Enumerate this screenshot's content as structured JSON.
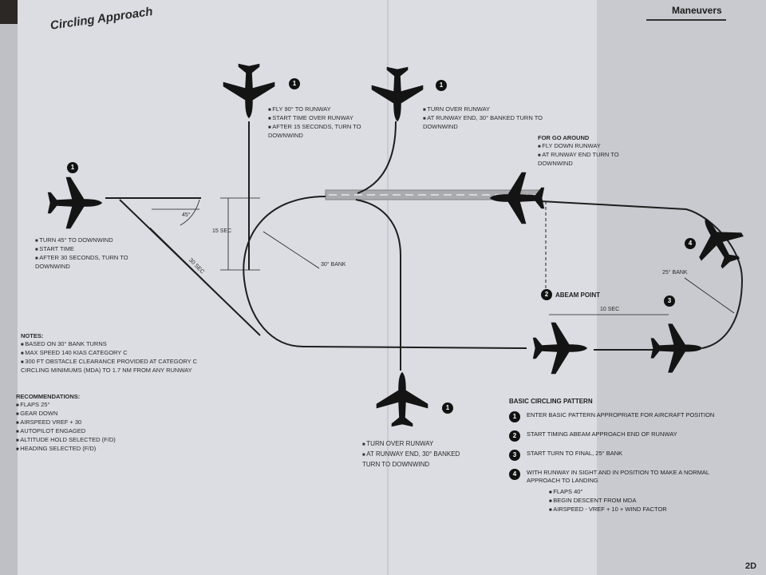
{
  "page": {
    "title": "Circling Approach",
    "section": "Maneuvers",
    "page_number": "2D"
  },
  "callouts": {
    "top_left": [
      "FLY 90° TO RUNWAY",
      "START TIME OVER RUNWAY",
      "AFTER 15 SECONDS, TURN TO DOWNWIND"
    ],
    "top_right": [
      "TURN OVER RUNWAY",
      "AT RUNWAY END, 30° BANKED TURN TO DOWNWIND"
    ],
    "left": [
      "TURN 45° TO DOWNWIND",
      "START TIME",
      "AFTER 30 SECONDS, TURN TO DOWNWIND"
    ],
    "bottom": [
      "TURN OVER RUNWAY",
      "AT RUNWAY END, 30° BANKED TURN TO DOWNWIND"
    ],
    "go_around_head": "FOR GO AROUND",
    "go_around": [
      "FLY DOWN RUNWAY",
      "AT RUNWAY END TURN TO DOWNWIND"
    ]
  },
  "badges": {
    "one": "1",
    "two": "2",
    "three": "3",
    "four": "4"
  },
  "labels": {
    "sec15": "15 SEC",
    "sec30": "30 SEC",
    "deg45": "45°",
    "bank30": "30° BANK",
    "bank25": "25° BANK",
    "abeam": "ABEAM POINT",
    "sec10": "10 SEC"
  },
  "notes": {
    "head": "NOTES:",
    "items": [
      "BASED ON 30° BANK TURNS",
      "MAX SPEED 140 KIAS CATEGORY C",
      "300 FT OBSTACLE CLEARANCE PROVIDED AT CATEGORY C CIRCLING MINIMUMS (MDA) TO 1.7 NM FROM ANY RUNWAY"
    ]
  },
  "recommendations": {
    "head": "RECOMMENDATIONS:",
    "items": [
      "FLAPS 25°",
      "GEAR DOWN",
      "AIRSPEED VREF + 30",
      "AUTOPILOT ENGAGED",
      "ALTITUDE HOLD SELECTED (F/D)",
      "HEADING SELECTED (F/D)"
    ]
  },
  "basic_pattern": {
    "head": "BASIC CIRCLING PATTERN",
    "steps": [
      "ENTER BASIC PATTERN APPROPRIATE FOR AIRCRAFT POSITION",
      "START TIMING ABEAM APPROACH END OF RUNWAY",
      "START TURN TO FINAL, 25° BANK",
      "WITH RUNWAY IN SIGHT AND IN POSITION TO MAKE A NORMAL APPROACH TO LANDING"
    ],
    "sub_items": [
      "FLAPS 40°",
      "BEGIN DESCENT FROM MDA",
      "AIRSPEED - VREF + 10 + WIND FACTOR"
    ]
  },
  "colors": {
    "paper": "#dcdde3",
    "ink": "#1e1e1e",
    "runway": "#a9abaf"
  }
}
